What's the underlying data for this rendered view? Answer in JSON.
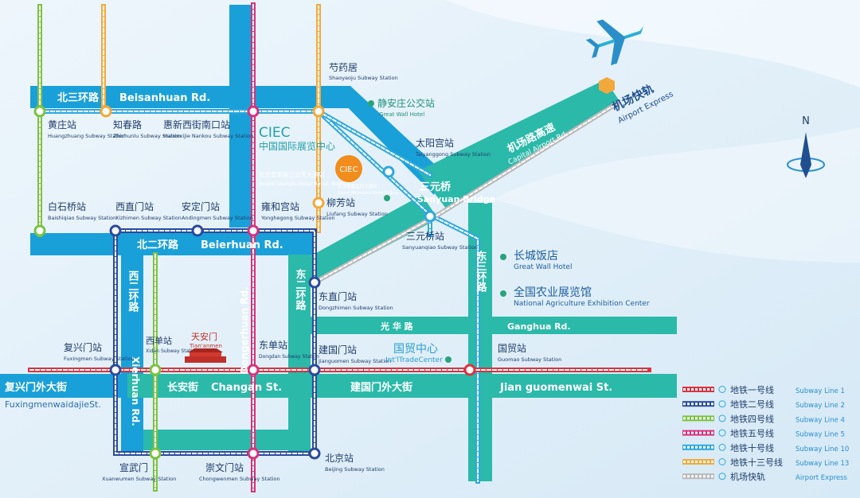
{
  "colors": {
    "road_blue": "#1aa0d8",
    "road_teal": "#2bb9a9",
    "line1": "#d9333f",
    "line2": "#2b4a9c",
    "line4": "#7cc242",
    "line5": "#d6327c",
    "line10": "#2ea8df",
    "line13": "#f2a93b",
    "airport": "#b8b8b8",
    "station_green": "#2aa37a",
    "hotel_orange": "#f28c1d"
  },
  "roads": {
    "beisanhuan_cn": "北三环路",
    "beisanhuan_en": "Beisanhuan Rd.",
    "beierhuan_cn": "北二环路",
    "beierhuan_en": "Beierhuan Rd.",
    "xierhuan_cn": "西二环路",
    "xierhuan_en": "Xierhuan Rd.",
    "dongerhuan_cn": "东二环路",
    "dongerhuan_en": "Dongerhuan Rd.",
    "dongsanhuan_cn": "东三环路",
    "ganghua_cn": "光 华 路",
    "ganghua_en": "Ganghua Rd.",
    "changan_cn": "长安街",
    "changan_en": "Changan St.",
    "jianguomenwai_cn": "建国门外大街",
    "jianguomenwai_en": "Jian guomenwai St.",
    "fuxingmenwai_cn": "复兴门外大街",
    "fuxingmenwai_en": "FuxingmenwaidajieSt.",
    "airport_expwy_cn": "机场路高速",
    "airport_expwy_en": "Capital Airport Rd.",
    "airport_rail_cn": "机场快轨",
    "airport_rail_en": "Airport Express",
    "sanyuan_cn": "三元桥",
    "sanyuan_en": "Sanyuan Bridge"
  },
  "stations": [
    {
      "id": "shaoyaoju",
      "cn": "芍药居",
      "en": "Shaoyaoju Subway Station"
    },
    {
      "id": "huangzhuang",
      "cn": "黄庄站",
      "en": "Huangzhuang Subway Station"
    },
    {
      "id": "zhichunlu",
      "cn": "知春路",
      "en": "Zhichunlu Subway Station"
    },
    {
      "id": "huixinxijie",
      "cn": "惠新西街南口站",
      "en": "Huixinxijie Nankou Subway Station"
    },
    {
      "id": "taiyanggong",
      "cn": "太阳宫站",
      "en": "Taiyanggong Subway Station"
    },
    {
      "id": "baishiqiao",
      "cn": "白石桥站",
      "en": "Baishiqiao Subway Station"
    },
    {
      "id": "xizhimen",
      "cn": "西直门站",
      "en": "Xizhimen Subway Station"
    },
    {
      "id": "andingmen",
      "cn": "安定门站",
      "en": "Andingmen Subway Station"
    },
    {
      "id": "yonghegong",
      "cn": "雍和宫站",
      "en": "Yonghegong Subway Station"
    },
    {
      "id": "liufang",
      "cn": "柳芳站",
      "en": "Liufang Subway Station"
    },
    {
      "id": "sanyuanqiao",
      "cn": "三元桥站",
      "en": "Sanyuanqiao Subway Station"
    },
    {
      "id": "dongzhimen",
      "cn": "东直门站",
      "en": "Dongzhimen Subway Station"
    },
    {
      "id": "fuxingmen",
      "cn": "复兴门站",
      "en": "Fuxingmen Subway Station"
    },
    {
      "id": "xidan",
      "cn": "西单站",
      "en": "Xidan Subway Station"
    },
    {
      "id": "dongdan",
      "cn": "东单站",
      "en": "Dongdan Subway Station"
    },
    {
      "id": "jianguomen",
      "cn": "建国门站",
      "en": "Jianguomen Subway Station"
    },
    {
      "id": "guomao",
      "cn": "国贸站",
      "en": "Guomao Subway Station"
    },
    {
      "id": "xuanwumen",
      "cn": "宣武门",
      "en": "Xuanwumen Subway Station"
    },
    {
      "id": "chongwenmen",
      "cn": "崇文门站",
      "en": "Chongwenmen Subway Station"
    },
    {
      "id": "beijing",
      "cn": "北京站",
      "en": "Beijing Subway Station"
    }
  ],
  "landmarks": {
    "bus_cn": "静安庄公交站",
    "bus_en": "Great Wall Hotel",
    "ciec_title": "CIEC",
    "ciec_cn": "中国国际展览中心",
    "ciec_badge": "CIEC",
    "hotel1_cn": "北京皇家格兰云天大酒店",
    "hotel1_en": "Grand Skylight Hotel Royal, Beijing",
    "hotel2_cn": "北京盛唐国际大酒店",
    "hotel2_en": "Grand Metropark Hotel Beijing",
    "greatwall_cn": "长城饭店",
    "greatwall_en": "Great Wall Hotel",
    "agri_cn": "全国农业展览馆",
    "agri_en": "National Agriculture Exhibition Center",
    "itc_cn": "国贸中心",
    "itc_en": "Int'lTradeCenter",
    "tiananmen_cn": "天安门",
    "tiananmen_en": "Tian'anmen"
  },
  "compass": "N",
  "legend": [
    {
      "cn": "地铁一号线",
      "en": "Subway Line 1",
      "color": "#d9333f"
    },
    {
      "cn": "地铁二号线",
      "en": "Subway Line 2",
      "color": "#2b4a9c"
    },
    {
      "cn": "地铁四号线",
      "en": "Subway Line 4",
      "color": "#7cc242"
    },
    {
      "cn": "地铁五号线",
      "en": "Subway Line 5",
      "color": "#d6327c"
    },
    {
      "cn": "地铁十号线",
      "en": "Subway Line 10",
      "color": "#2ea8df"
    },
    {
      "cn": "地铁十三号线",
      "en": "Subway Line 13",
      "color": "#f2a93b"
    },
    {
      "cn": "机场快轨",
      "en": "Airport Express",
      "color": "#b8b8b8"
    }
  ]
}
